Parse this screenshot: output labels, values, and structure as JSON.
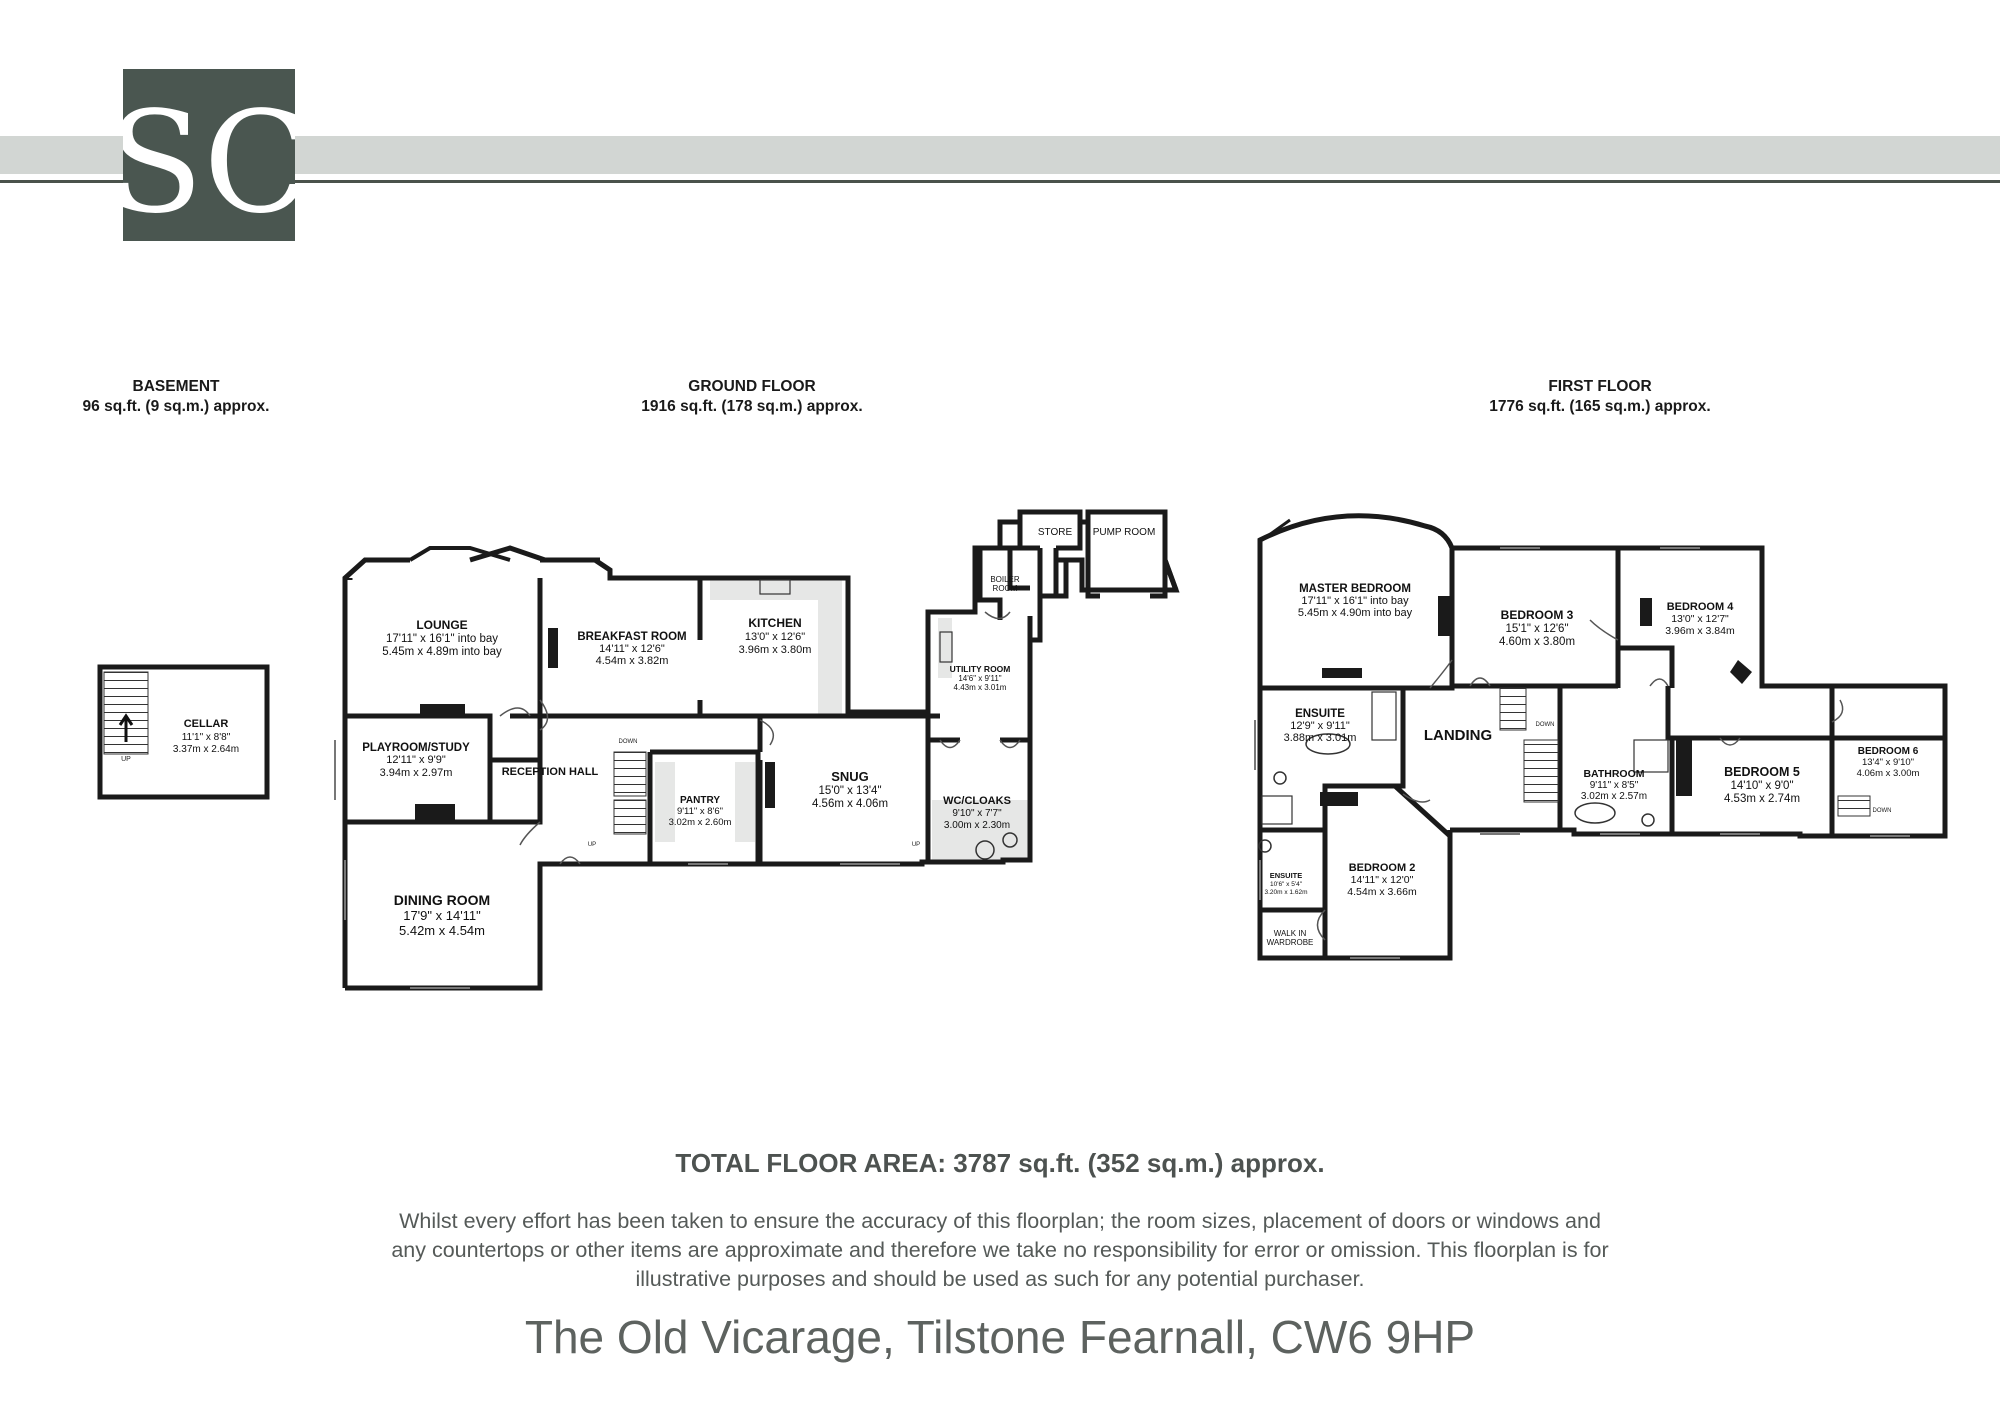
{
  "logo": {
    "letters": "SC",
    "bg_color": "#4a5650",
    "fg_color": "#ffffff"
  },
  "floors": {
    "basement": {
      "title": "BASEMENT",
      "area": "96 sq.ft. (9 sq.m.) approx."
    },
    "ground": {
      "title": "GROUND FLOOR",
      "area": "1916 sq.ft. (178 sq.m.) approx."
    },
    "first": {
      "title": "FIRST FLOOR",
      "area": "1776 sq.ft. (165 sq.m.) approx."
    }
  },
  "rooms": {
    "cellar": {
      "name": "CELLAR",
      "imperial": "11'1\" x 8'8\"",
      "metric": "3.37m x 2.64m"
    },
    "lounge": {
      "name": "LOUNGE",
      "imperial": "17'11\" x 16'1\" into bay",
      "metric": "5.45m x 4.89m into bay"
    },
    "breakfast": {
      "name": "BREAKFAST ROOM",
      "imperial": "14'11\" x 12'6\"",
      "metric": "4.54m x 3.82m"
    },
    "kitchen": {
      "name": "KITCHEN",
      "imperial": "13'0\" x 12'6\"",
      "metric": "3.96m x 3.80m"
    },
    "utility": {
      "name": "UTILITY ROOM",
      "imperial": "14'6\" x 9'11\"",
      "metric": "4.43m x 3.01m"
    },
    "boiler": {
      "name_l1": "BOILER",
      "name_l2": "ROOM"
    },
    "store": {
      "name": "STORE"
    },
    "pump": {
      "name": "PUMP ROOM"
    },
    "playroom": {
      "name": "PLAYROOM/STUDY",
      "imperial": "12'11\" x 9'9\"",
      "metric": "3.94m x 2.97m"
    },
    "reception": {
      "name": "RECEPTION HALL"
    },
    "pantry": {
      "name": "PANTRY",
      "imperial": "9'11\" x 8'6\"",
      "metric": "3.02m x 2.60m"
    },
    "snug": {
      "name": "SNUG",
      "imperial": "15'0\" x 13'4\"",
      "metric": "4.56m x 4.06m"
    },
    "wc": {
      "name": "WC/CLOAKS",
      "imperial": "9'10\" x 7'7\"",
      "metric": "3.00m x 2.30m"
    },
    "dining": {
      "name": "DINING ROOM",
      "imperial": "17'9\" x 14'11\"",
      "metric": "5.42m x 4.54m"
    },
    "master": {
      "name": "MASTER BEDROOM",
      "imperial": "17'11\" x 16'1\" into bay",
      "metric": "5.45m x 4.90m into bay"
    },
    "bed3": {
      "name": "BEDROOM 3",
      "imperial": "15'1\" x 12'6\"",
      "metric": "4.60m x 3.80m"
    },
    "bed4": {
      "name": "BEDROOM 4",
      "imperial": "13'0\" x 12'7\"",
      "metric": "3.96m x 3.84m"
    },
    "ensuite1": {
      "name": "ENSUITE",
      "imperial": "12'9\" x 9'11\"",
      "metric": "3.88m x 3.01m"
    },
    "landing": {
      "name": "LANDING"
    },
    "bathroom": {
      "name": "BATHROOM",
      "imperial": "9'11\" x 8'5\"",
      "metric": "3.02m x 2.57m"
    },
    "bed5": {
      "name": "BEDROOM 5",
      "imperial": "14'10\" x 9'0\"",
      "metric": "4.53m x 2.74m"
    },
    "bed6": {
      "name": "BEDROOM 6",
      "imperial": "13'4\" x 9'10\"",
      "metric": "4.06m x 3.00m"
    },
    "bed2": {
      "name": "BEDROOM 2",
      "imperial": "14'11\" x 12'0\"",
      "metric": "4.54m x 3.66m"
    },
    "ensuite2": {
      "name": "ENSUITE",
      "imperial": "10'6\" x 5'4\"",
      "metric": "3.20m x 1.62m"
    },
    "walkin": {
      "name_l1": "WALK IN",
      "name_l2": "WARDROBE"
    }
  },
  "labels": {
    "up": "UP",
    "down": "DOWN"
  },
  "total": "TOTAL FLOOR AREA: 3787 sq.ft. (352 sq.m.) approx.",
  "disclaimer": "Whilst every effort has been taken to ensure the accuracy of this floorplan; the room sizes, placement of doors or windows and any countertops or other items are approximate and therefore we take no responsibility for error or omission. This floorplan is for illustrative purposes and should be used as such for any potential purchaser.",
  "address": "The Old Vicarage, Tilstone Fearnall, CW6 9HP",
  "colors": {
    "band": "#d2d6d3",
    "wall": "#1a1a1a",
    "fill": "#e6e7e6",
    "text_grey": "#555a58"
  }
}
